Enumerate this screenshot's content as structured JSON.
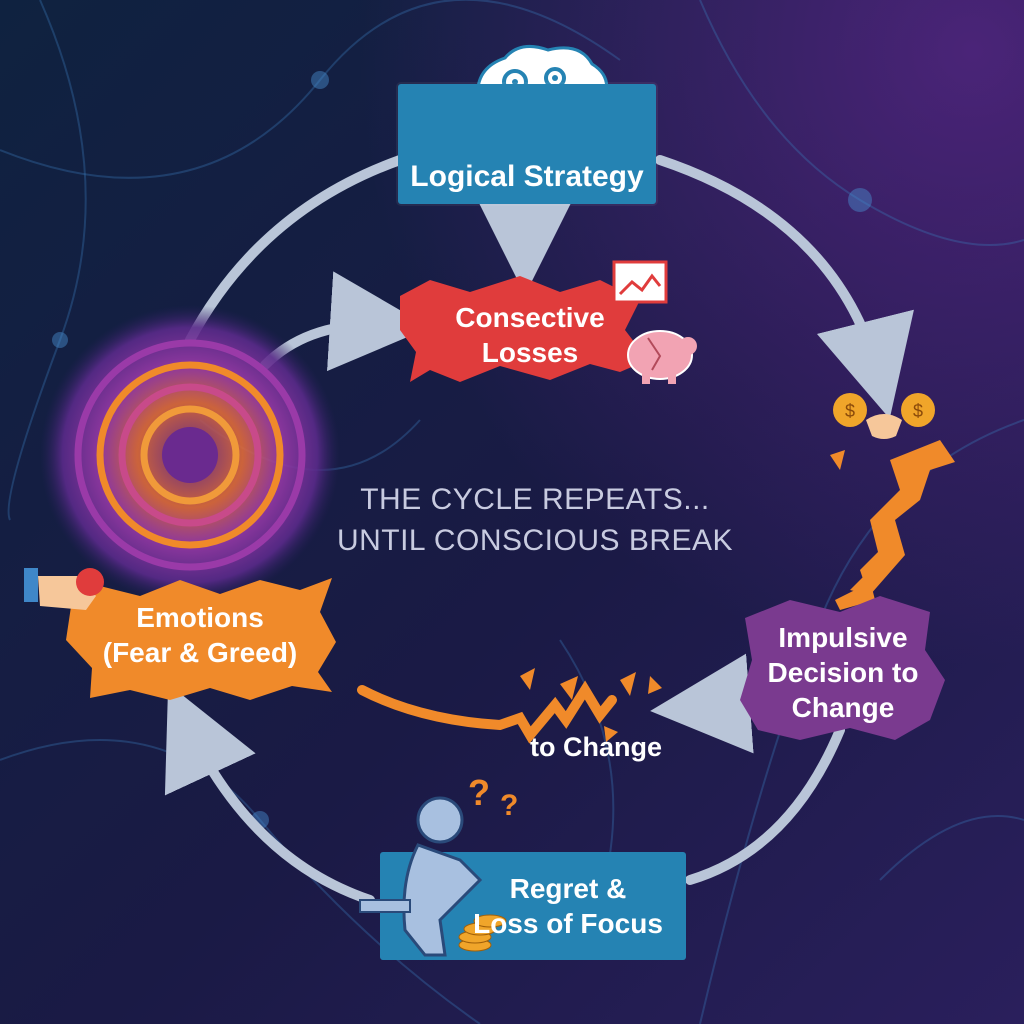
{
  "diagram": {
    "nodes": {
      "logical_strategy": {
        "label": "Logical Strategy",
        "color": "#2583b3"
      },
      "consecutive_losses": {
        "lines": [
          "Consective",
          "Losses"
        ],
        "color": "#e03c3c"
      },
      "impulsive": {
        "lines": [
          "Impulsive",
          "Decision to",
          "Change"
        ],
        "color": "#7a3a8f"
      },
      "regret": {
        "lines": [
          "Regret &",
          "Loss of Focus"
        ],
        "color": "#2583b3"
      },
      "emotions": {
        "lines": [
          "Emotions",
          "(Fear & Greed)"
        ],
        "color": "#f08a2a"
      }
    },
    "center_text": [
      "THE CYCLE REPEATS...",
      "UNTIL CONSCIOUS BREAK"
    ],
    "fragment_label": "to Change",
    "icons": [
      "brain-gears-icon",
      "chart-icon",
      "piggy-bank-icon",
      "coins-handshake-icon",
      "hand-grab-icon",
      "person-coins-icon",
      "question-marks-icon"
    ]
  }
}
